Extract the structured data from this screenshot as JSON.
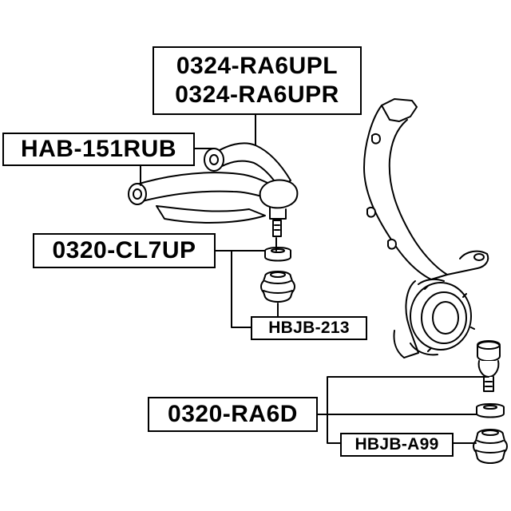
{
  "labels": {
    "upper_arm_left": "0324-RA6UPL",
    "upper_arm_right": "0324-RA6UPR",
    "arm_bushing": "HAB-151RUB",
    "upper_ball_joint": "0320-CL7UP",
    "upper_boot": "HBJB-213",
    "lower_ball_joint": "0320-RA6D",
    "lower_boot": "HBJB-A99"
  }
}
